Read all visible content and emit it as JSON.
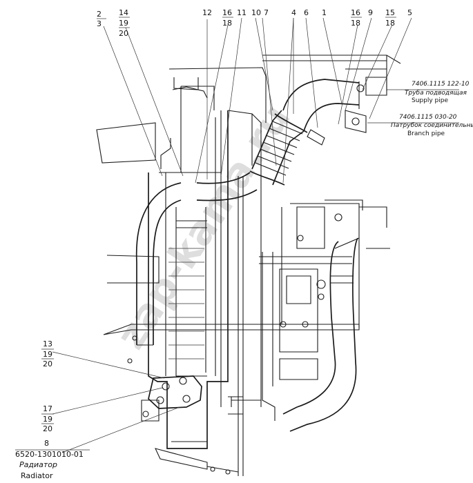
{
  "callouts_top": [
    {
      "id": "2",
      "sub": "3"
    },
    {
      "id": "14",
      "sub": "19",
      "sub2": "20"
    },
    {
      "id": "12"
    },
    {
      "id": "16",
      "sub": "18"
    },
    {
      "id": "11"
    },
    {
      "id": "10"
    },
    {
      "id": "7"
    },
    {
      "id": "4"
    },
    {
      "id": "6"
    },
    {
      "id": "1"
    },
    {
      "id": "16",
      "sub": "18"
    },
    {
      "id": "9"
    },
    {
      "id": "15",
      "sub": "18"
    },
    {
      "id": "5"
    }
  ],
  "part_supply_pipe": {
    "code": "7406.1115 122-10",
    "ru": "Труба подводящая",
    "en": "Supply pipe"
  },
  "part_branch_pipe": {
    "code": "7406.1115 030-20",
    "ru": "Патрубок соединительный",
    "en": "Branch pipe"
  },
  "callouts_left": [
    {
      "id": "13",
      "sub": "19",
      "sub2": "20"
    },
    {
      "id": "17",
      "sub": "19",
      "sub2": "20"
    },
    {
      "id": "8"
    }
  ],
  "radiator": {
    "code": "6520-1301010-01",
    "ru": "Радиатор",
    "en": "Radiator"
  },
  "watermark": "zap-kama.ru"
}
